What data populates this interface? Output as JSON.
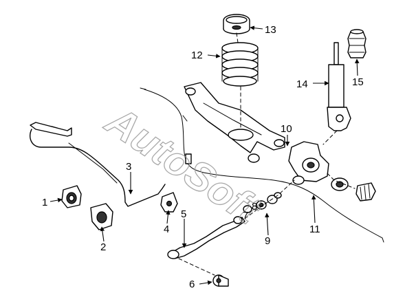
{
  "watermark": "AutoSoft",
  "callouts": {
    "c1": "1",
    "c2": "2",
    "c3": "3",
    "c4": "4",
    "c5": "5",
    "c6": "6",
    "c7": "7",
    "c8": "8",
    "c9": "9",
    "c10": "10",
    "c11": "11",
    "c12": "12",
    "c13": "13",
    "c14": "14",
    "c15": "15"
  }
}
